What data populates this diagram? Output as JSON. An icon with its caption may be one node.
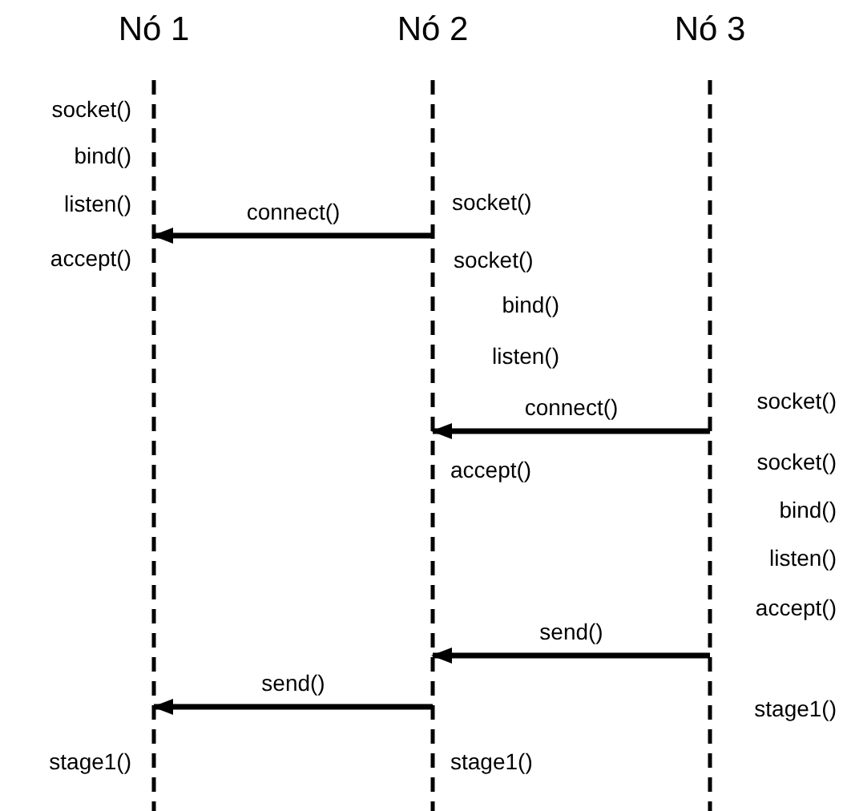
{
  "diagram": {
    "nodes": [
      {
        "text": [
          "Nó 1"
        ]
      },
      {
        "text": [
          "Nó 2"
        ]
      },
      {
        "text": [
          "Nó 3"
        ]
      }
    ],
    "edges": [
      {
        "from": 1,
        "to": 0,
        "arrow": "to",
        "label": "connect()"
      },
      {
        "from": 2,
        "to": 1,
        "arrow": "to",
        "label": "connect()"
      },
      {
        "from": 2,
        "to": 1,
        "arrow": "to",
        "label": "send()"
      },
      {
        "from": 1,
        "to": 0,
        "arrow": "to",
        "label": "send()"
      }
    ],
    "labels": [
      "socket()",
      "bind()",
      "listen()",
      "socket()",
      "accept()",
      "socket()",
      "bind()",
      "listen()",
      "socket()",
      "accept()",
      "socket()",
      "bind()",
      "listen()",
      "accept()",
      "stage1()",
      "stage1()",
      "stage1()"
    ]
  }
}
